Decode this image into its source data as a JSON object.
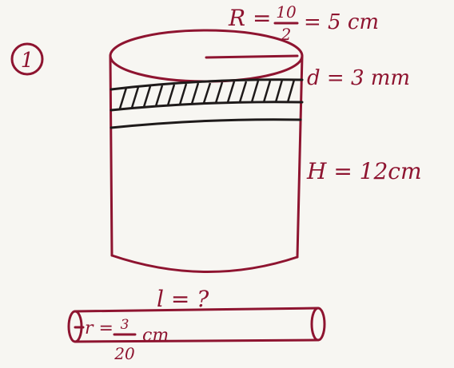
{
  "problem": {
    "number": "1"
  },
  "labels": {
    "radius_lhs": "R =",
    "radius_frac_num": "10",
    "radius_frac_den": "2",
    "radius_rhs": "= 5 cm",
    "thickness": "d = 3 mm",
    "height": "H = 12cm",
    "length": "l = ?",
    "wire_r_lhs": "r =",
    "wire_r_frac_num": "3",
    "wire_r_frac_den": "20",
    "wire_r_unit": "cm"
  },
  "colors": {
    "ink": "#8e1430",
    "dark": "#1e1a1a",
    "paper": "#f7f6f2"
  }
}
